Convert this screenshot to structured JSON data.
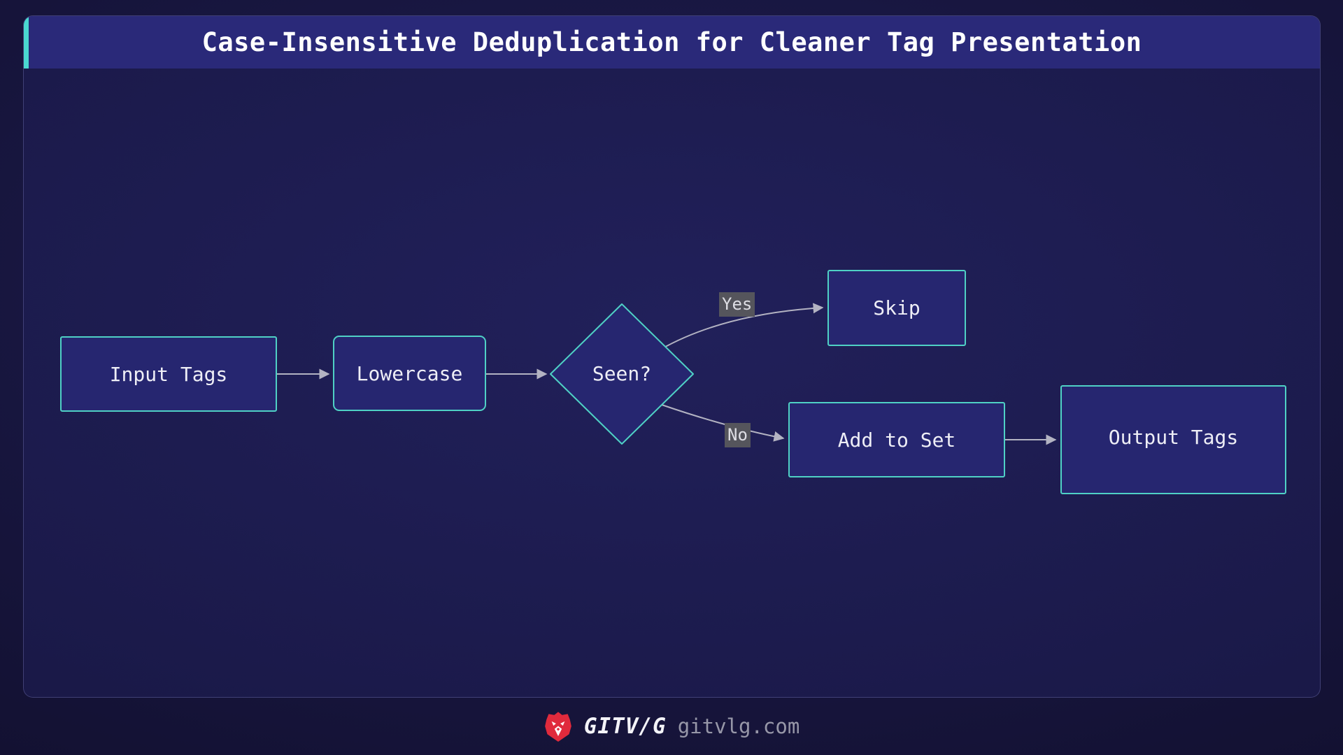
{
  "header": {
    "title": "Case-Insensitive Deduplication for Cleaner Tag Presentation"
  },
  "flowchart": {
    "type": "flowchart",
    "nodes": [
      {
        "id": "input",
        "label": "Input Tags",
        "shape": "rect"
      },
      {
        "id": "lowercase",
        "label": "Lowercase",
        "shape": "rect"
      },
      {
        "id": "seen",
        "label": "Seen?",
        "shape": "diamond"
      },
      {
        "id": "skip",
        "label": "Skip",
        "shape": "rect"
      },
      {
        "id": "addtoset",
        "label": "Add to Set",
        "shape": "rect"
      },
      {
        "id": "output",
        "label": "Output Tags",
        "shape": "rect"
      }
    ],
    "edges": [
      {
        "from": "input",
        "to": "lowercase",
        "label": ""
      },
      {
        "from": "lowercase",
        "to": "seen",
        "label": ""
      },
      {
        "from": "seen",
        "to": "skip",
        "label": "Yes"
      },
      {
        "from": "seen",
        "to": "addtoset",
        "label": "No"
      },
      {
        "from": "addtoset",
        "to": "output",
        "label": ""
      }
    ],
    "labels": {
      "yes": "Yes",
      "no": "No"
    }
  },
  "footer": {
    "brand": "GITV/G",
    "site": "gitvlg.com",
    "logo_icon": "lion-icon"
  },
  "colors": {
    "accent": "#4ad8d0",
    "header-bg": "#2a2979",
    "node-fill": "#262670",
    "node-border": "#4fd1c5",
    "edge": "#b3b3c2",
    "label-bg": "#55555c",
    "brand-red": "#e02a3c"
  }
}
